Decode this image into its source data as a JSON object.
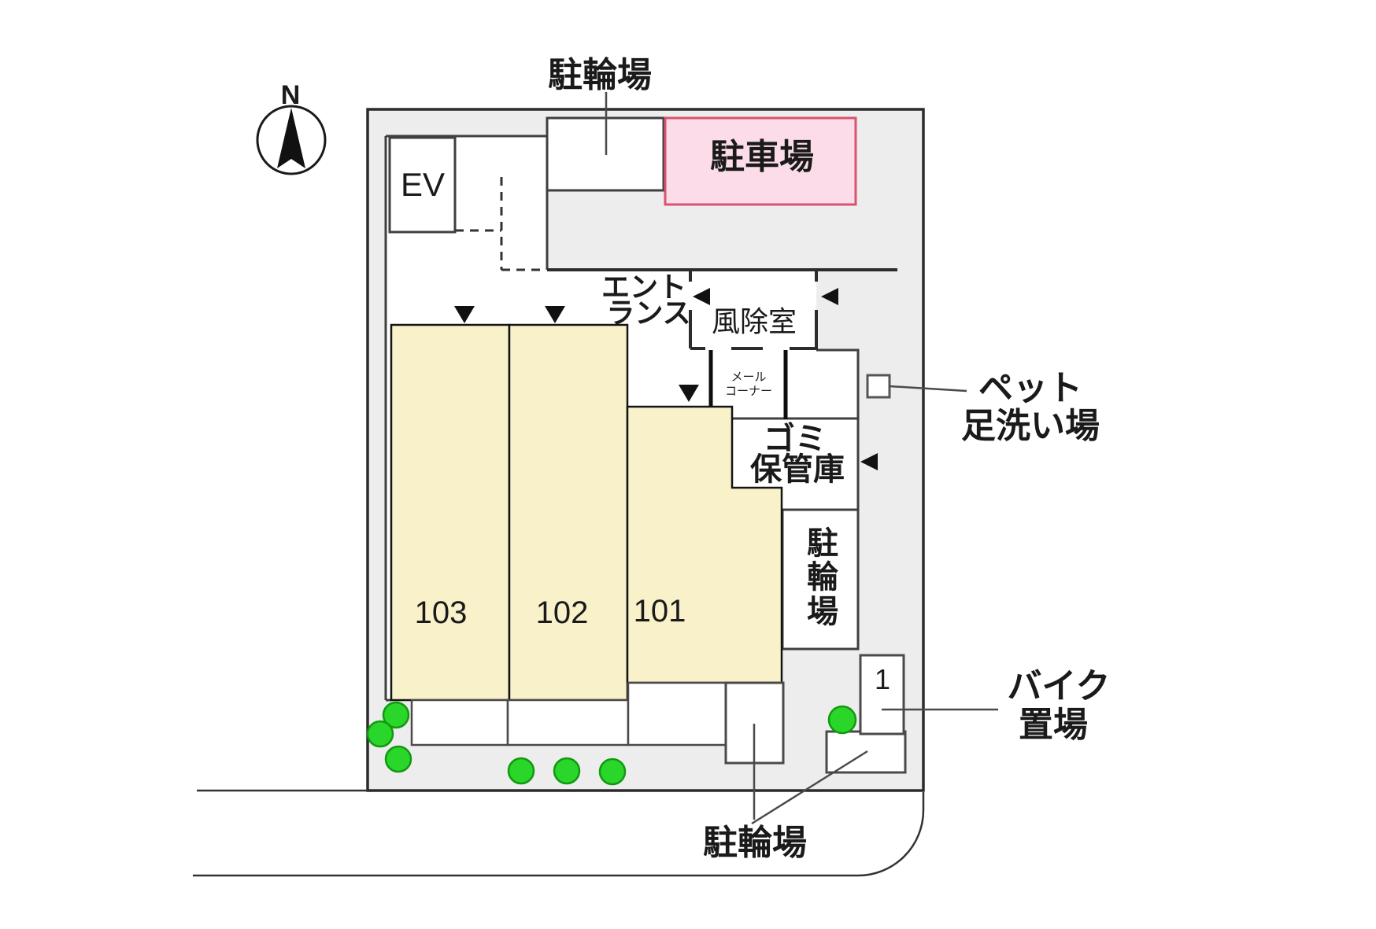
{
  "colors": {
    "site_fill": "#ededed",
    "wall": "#3f3f3f",
    "unit_fill": "#f8f1c9",
    "unit_border": "#141414",
    "parking_fill": "#fbdce8",
    "parking_border": "#d9526e",
    "plant_fill": "#2ad62a",
    "plant_border": "#119911",
    "text": "#1a1a1a"
  },
  "compass": {
    "north_label": "N"
  },
  "labels": {
    "bicycle_parking_top": "駐輪場",
    "car_parking": "駐車場",
    "elevator": "EV",
    "entrance_line1": "エント",
    "entrance_line2": "ランス",
    "windbreak_room": "風除室",
    "mail_corner_line1": "メール",
    "mail_corner_line2": "コーナー",
    "garbage_storage_line1": "ゴミ",
    "garbage_storage_line2": "保管庫",
    "bicycle_parking_right_char1": "駐",
    "bicycle_parking_right_char2": "輪",
    "bicycle_parking_right_char3": "場",
    "pet_foot_wash_line1": "ペット",
    "pet_foot_wash_line2": "足洗い場",
    "motorcycle_parking_line1": "バイク",
    "motorcycle_parking_line2": "置場",
    "bicycle_parking_bottom": "駐輪場",
    "motorcycle_space_number": "1"
  },
  "units": [
    {
      "label": "103"
    },
    {
      "label": "102"
    },
    {
      "label": "101"
    }
  ]
}
